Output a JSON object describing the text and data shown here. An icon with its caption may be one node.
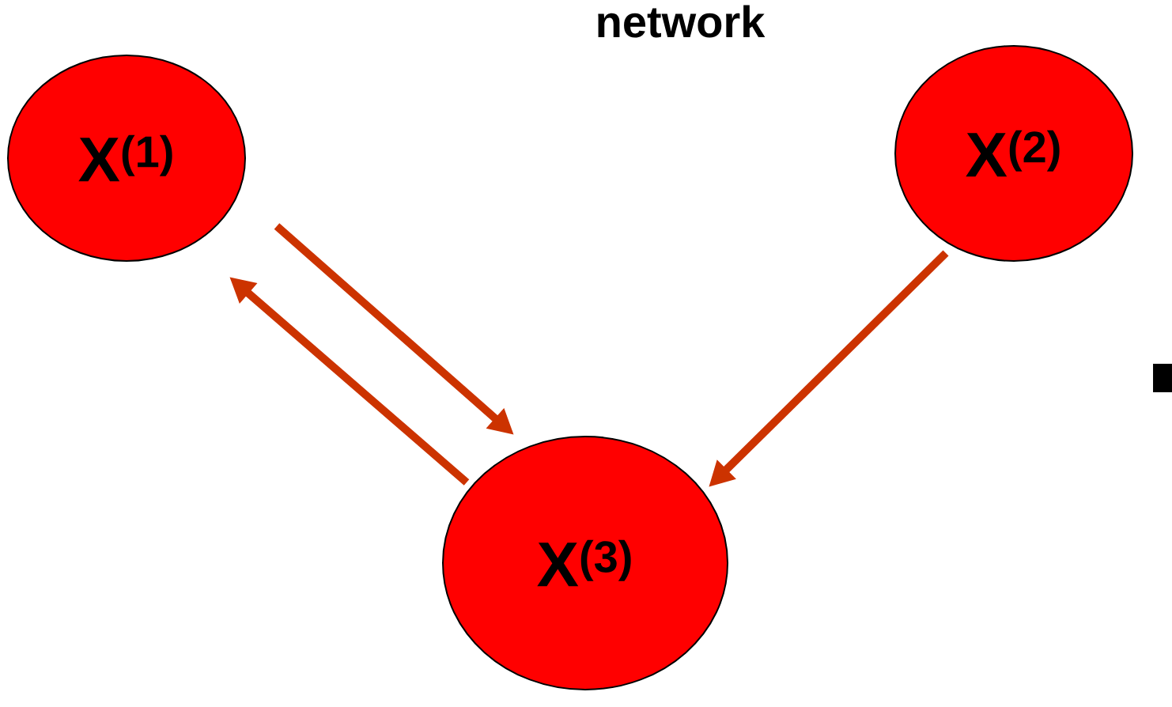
{
  "diagram": {
    "title": "network",
    "nodes": [
      {
        "text": [
          "X$^{(1)}$"
        ]
      },
      {
        "text": [
          "X$^{(2)}$"
        ]
      },
      {
        "text": [
          "X$^{(3)}$"
        ]
      }
    ],
    "edges": [
      {
        "from": 0,
        "to": 2,
        "arrow": "to"
      },
      {
        "from": 2,
        "to": 0,
        "arrow": "to"
      },
      {
        "from": 1,
        "to": 2,
        "arrow": "to"
      }
    ]
  }
}
